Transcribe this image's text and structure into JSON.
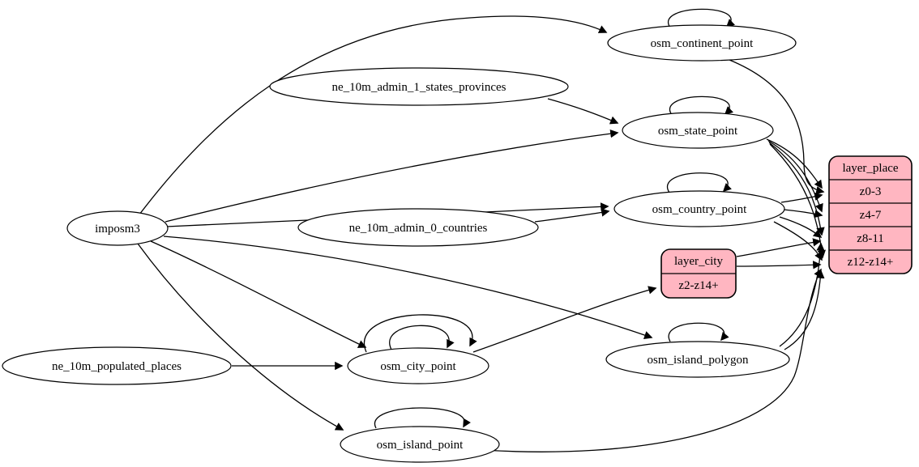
{
  "diagram": {
    "type": "graphviz-etl-graph",
    "colors": {
      "background": "#ffffff",
      "node_fill": "#ffffff",
      "record_fill": "#ffb6c1",
      "stroke": "#000000",
      "text": "#000000"
    },
    "nodes": {
      "imposm3": {
        "label": "imposm3"
      },
      "ne_10m_admin_1_states_provinces": {
        "label": "ne_10m_admin_1_states_provinces"
      },
      "ne_10m_admin_0_countries": {
        "label": "ne_10m_admin_0_countries"
      },
      "ne_10m_populated_places": {
        "label": "ne_10m_populated_places"
      },
      "osm_continent_point": {
        "label": "osm_continent_point",
        "self_loops": 1
      },
      "osm_state_point": {
        "label": "osm_state_point",
        "self_loops": 1
      },
      "osm_country_point": {
        "label": "osm_country_point",
        "self_loops": 1
      },
      "osm_city_point": {
        "label": "osm_city_point",
        "self_loops": 2
      },
      "osm_island_polygon": {
        "label": "osm_island_polygon",
        "self_loops": 1
      },
      "osm_island_point": {
        "label": "osm_island_point",
        "self_loops": 1
      }
    },
    "records": {
      "layer_place": {
        "title": "layer_place",
        "rows": [
          "z0-3",
          "z4-7",
          "z8-11",
          "z12-z14+"
        ]
      },
      "layer_city": {
        "title": "layer_city",
        "rows": [
          "z2-z14+"
        ]
      }
    },
    "edges": [
      {
        "from": "imposm3",
        "to": "osm_continent_point"
      },
      {
        "from": "imposm3",
        "to": "osm_state_point"
      },
      {
        "from": "imposm3",
        "to": "osm_country_point"
      },
      {
        "from": "imposm3",
        "to": "osm_city_point"
      },
      {
        "from": "imposm3",
        "to": "osm_island_polygon"
      },
      {
        "from": "imposm3",
        "to": "osm_island_point"
      },
      {
        "from": "ne_10m_admin_1_states_provinces",
        "to": "osm_state_point"
      },
      {
        "from": "ne_10m_admin_0_countries",
        "to": "osm_country_point"
      },
      {
        "from": "ne_10m_populated_places",
        "to": "osm_city_point"
      },
      {
        "from": "osm_city_point",
        "to": "layer_city:z2-z14+"
      },
      {
        "from": "osm_continent_point",
        "to": "layer_place:z0-3"
      },
      {
        "from": "osm_state_point",
        "to": "layer_place:z0-3"
      },
      {
        "from": "osm_state_point",
        "to": "layer_place:z4-7"
      },
      {
        "from": "osm_state_point",
        "to": "layer_place:z8-11"
      },
      {
        "from": "osm_state_point",
        "to": "layer_place:z12-z14+"
      },
      {
        "from": "osm_country_point",
        "to": "layer_place:z0-3"
      },
      {
        "from": "osm_country_point",
        "to": "layer_place:z4-7"
      },
      {
        "from": "osm_country_point",
        "to": "layer_place:z8-11"
      },
      {
        "from": "osm_country_point",
        "to": "layer_place:z12-z14+"
      },
      {
        "from": "layer_city",
        "to": "layer_place:z8-11"
      },
      {
        "from": "layer_city",
        "to": "layer_place:z12-z14+"
      },
      {
        "from": "osm_island_polygon",
        "to": "layer_place:z8-11"
      },
      {
        "from": "osm_island_polygon",
        "to": "layer_place:z12-z14+"
      },
      {
        "from": "osm_island_point",
        "to": "layer_place:z12-z14+"
      }
    ]
  }
}
